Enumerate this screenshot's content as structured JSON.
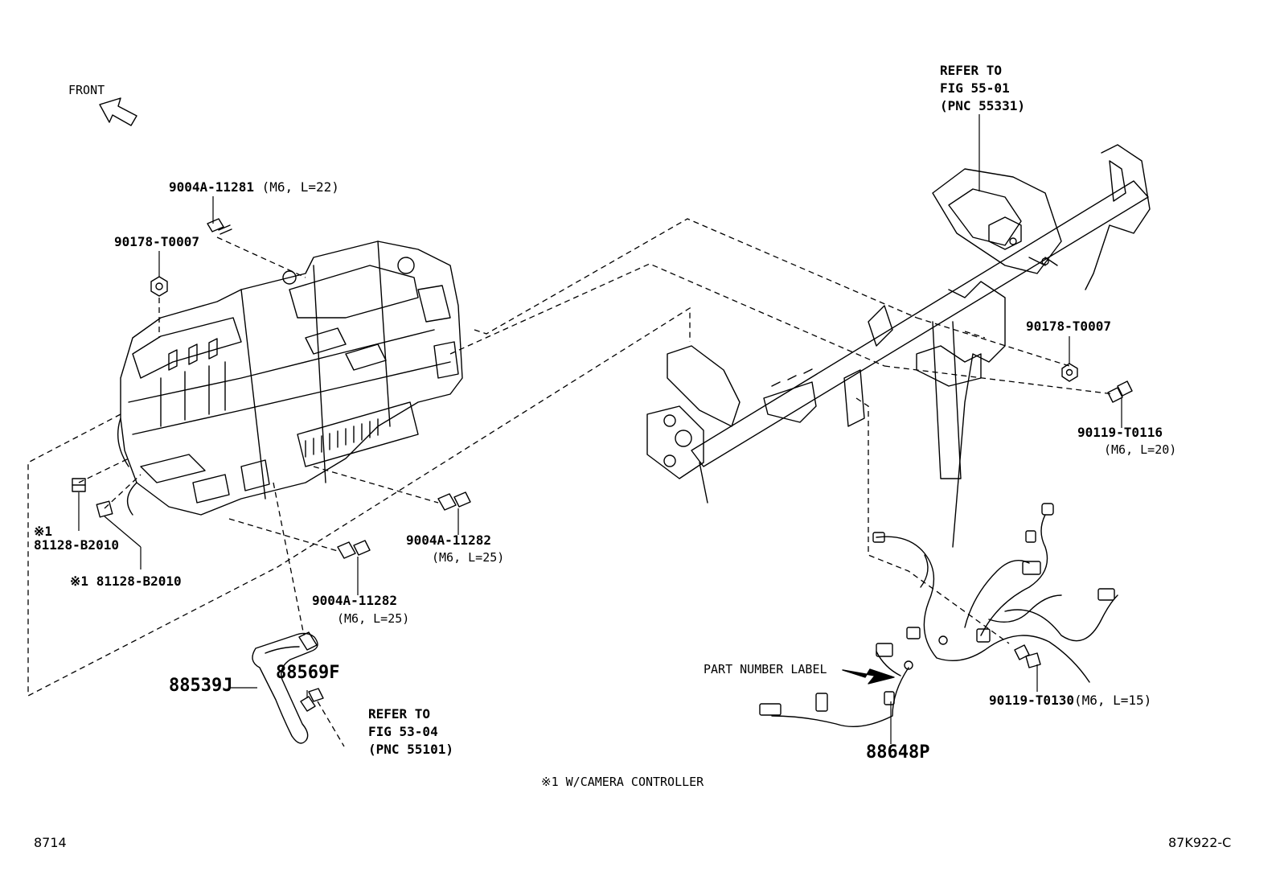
{
  "diagram_code": "87K922-C",
  "page_number": "8714",
  "front_label": "FRONT",
  "footnote": "※1 W/CAMERA CONTROLLER",
  "refer_top": [
    "REFER TO",
    "FIG 55-01",
    "(PNC 55331)"
  ],
  "refer_bottom": [
    "REFER TO",
    "FIG 53-04",
    "(PNC 55101)"
  ],
  "part_number_label": "PART NUMBER LABEL",
  "parts": {
    "bolt_top": {
      "number": "9004A-11281",
      "spec": "(M6, L=22)"
    },
    "nut_left": {
      "number": "90178-T0007"
    },
    "nut_right": {
      "number": "90178-T0007"
    },
    "bolt_right": {
      "number": "90119-T0116",
      "spec": "(M6, L=20)"
    },
    "clip_1": {
      "marker": "※1",
      "number": "81128-B2010"
    },
    "clip_2": {
      "marker": "※1",
      "number": "81128-B2010"
    },
    "bolt_mid_right": {
      "number": "9004A-11282",
      "spec": "(M6, L=25)"
    },
    "bolt_mid_left": {
      "number": "9004A-11282",
      "spec": "(M6, L=25)"
    },
    "bracket": {
      "number": "88539J"
    },
    "connector": {
      "number": "88569F"
    },
    "harness": {
      "number": "88648P"
    },
    "bolt_harness": {
      "number": "90119-T0130",
      "spec": "(M6, L=15)"
    }
  }
}
